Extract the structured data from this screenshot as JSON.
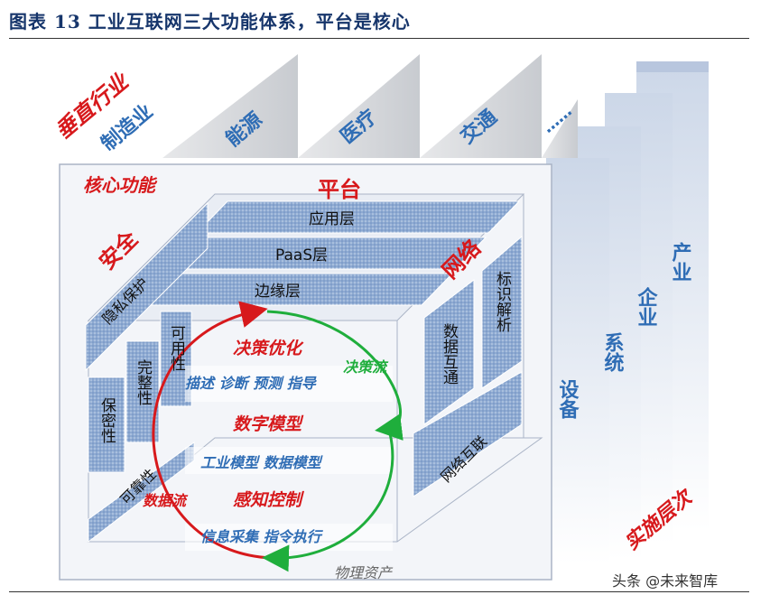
{
  "caption": "图表 13 工业互联网三大功能体系，平台是核心",
  "labels": {
    "vertical_industry": "垂直行业",
    "industry_manufacturing": "制造业",
    "industry_energy": "能源",
    "industry_medical": "医疗",
    "industry_transport": "交通",
    "industry_more": "……",
    "core_function": "核心功能",
    "platform": "平台",
    "app_layer": "应用层",
    "paas_layer": "PaaS层",
    "edge_layer": "边缘层",
    "security": "安全",
    "privacy": "隐私保护",
    "confidentiality": "保密性",
    "integrity": "完整性",
    "availability": "可用性",
    "reliability": "可靠性",
    "network": "网络",
    "identifier": "标识解析",
    "data_exchange": "数据互通",
    "network_interconnect": "网络互联",
    "decision": "决策优化",
    "describe": "描述 诊断 预测 指导",
    "decision_flow": "决策流",
    "digital_model": "数字模型",
    "industrial_model": "工业模型 数据模型",
    "perception": "感知控制",
    "data_flow": "数据流",
    "info_collect": "信息采集 指令执行",
    "physical_assets": "物理资产",
    "level_device": "设备",
    "level_system": "系统",
    "level_enterprise": "企业",
    "level_industry": "产业",
    "implementation_levels": "实施层次",
    "watermark": "头条 @未来智库"
  },
  "colors": {
    "navy": "#16356b",
    "red": "#d7191c",
    "blue_text": "#2f6db5",
    "green": "#1fae3c",
    "panel": "#9fb7d8",
    "panel_dark": "#7d9cc8"
  }
}
